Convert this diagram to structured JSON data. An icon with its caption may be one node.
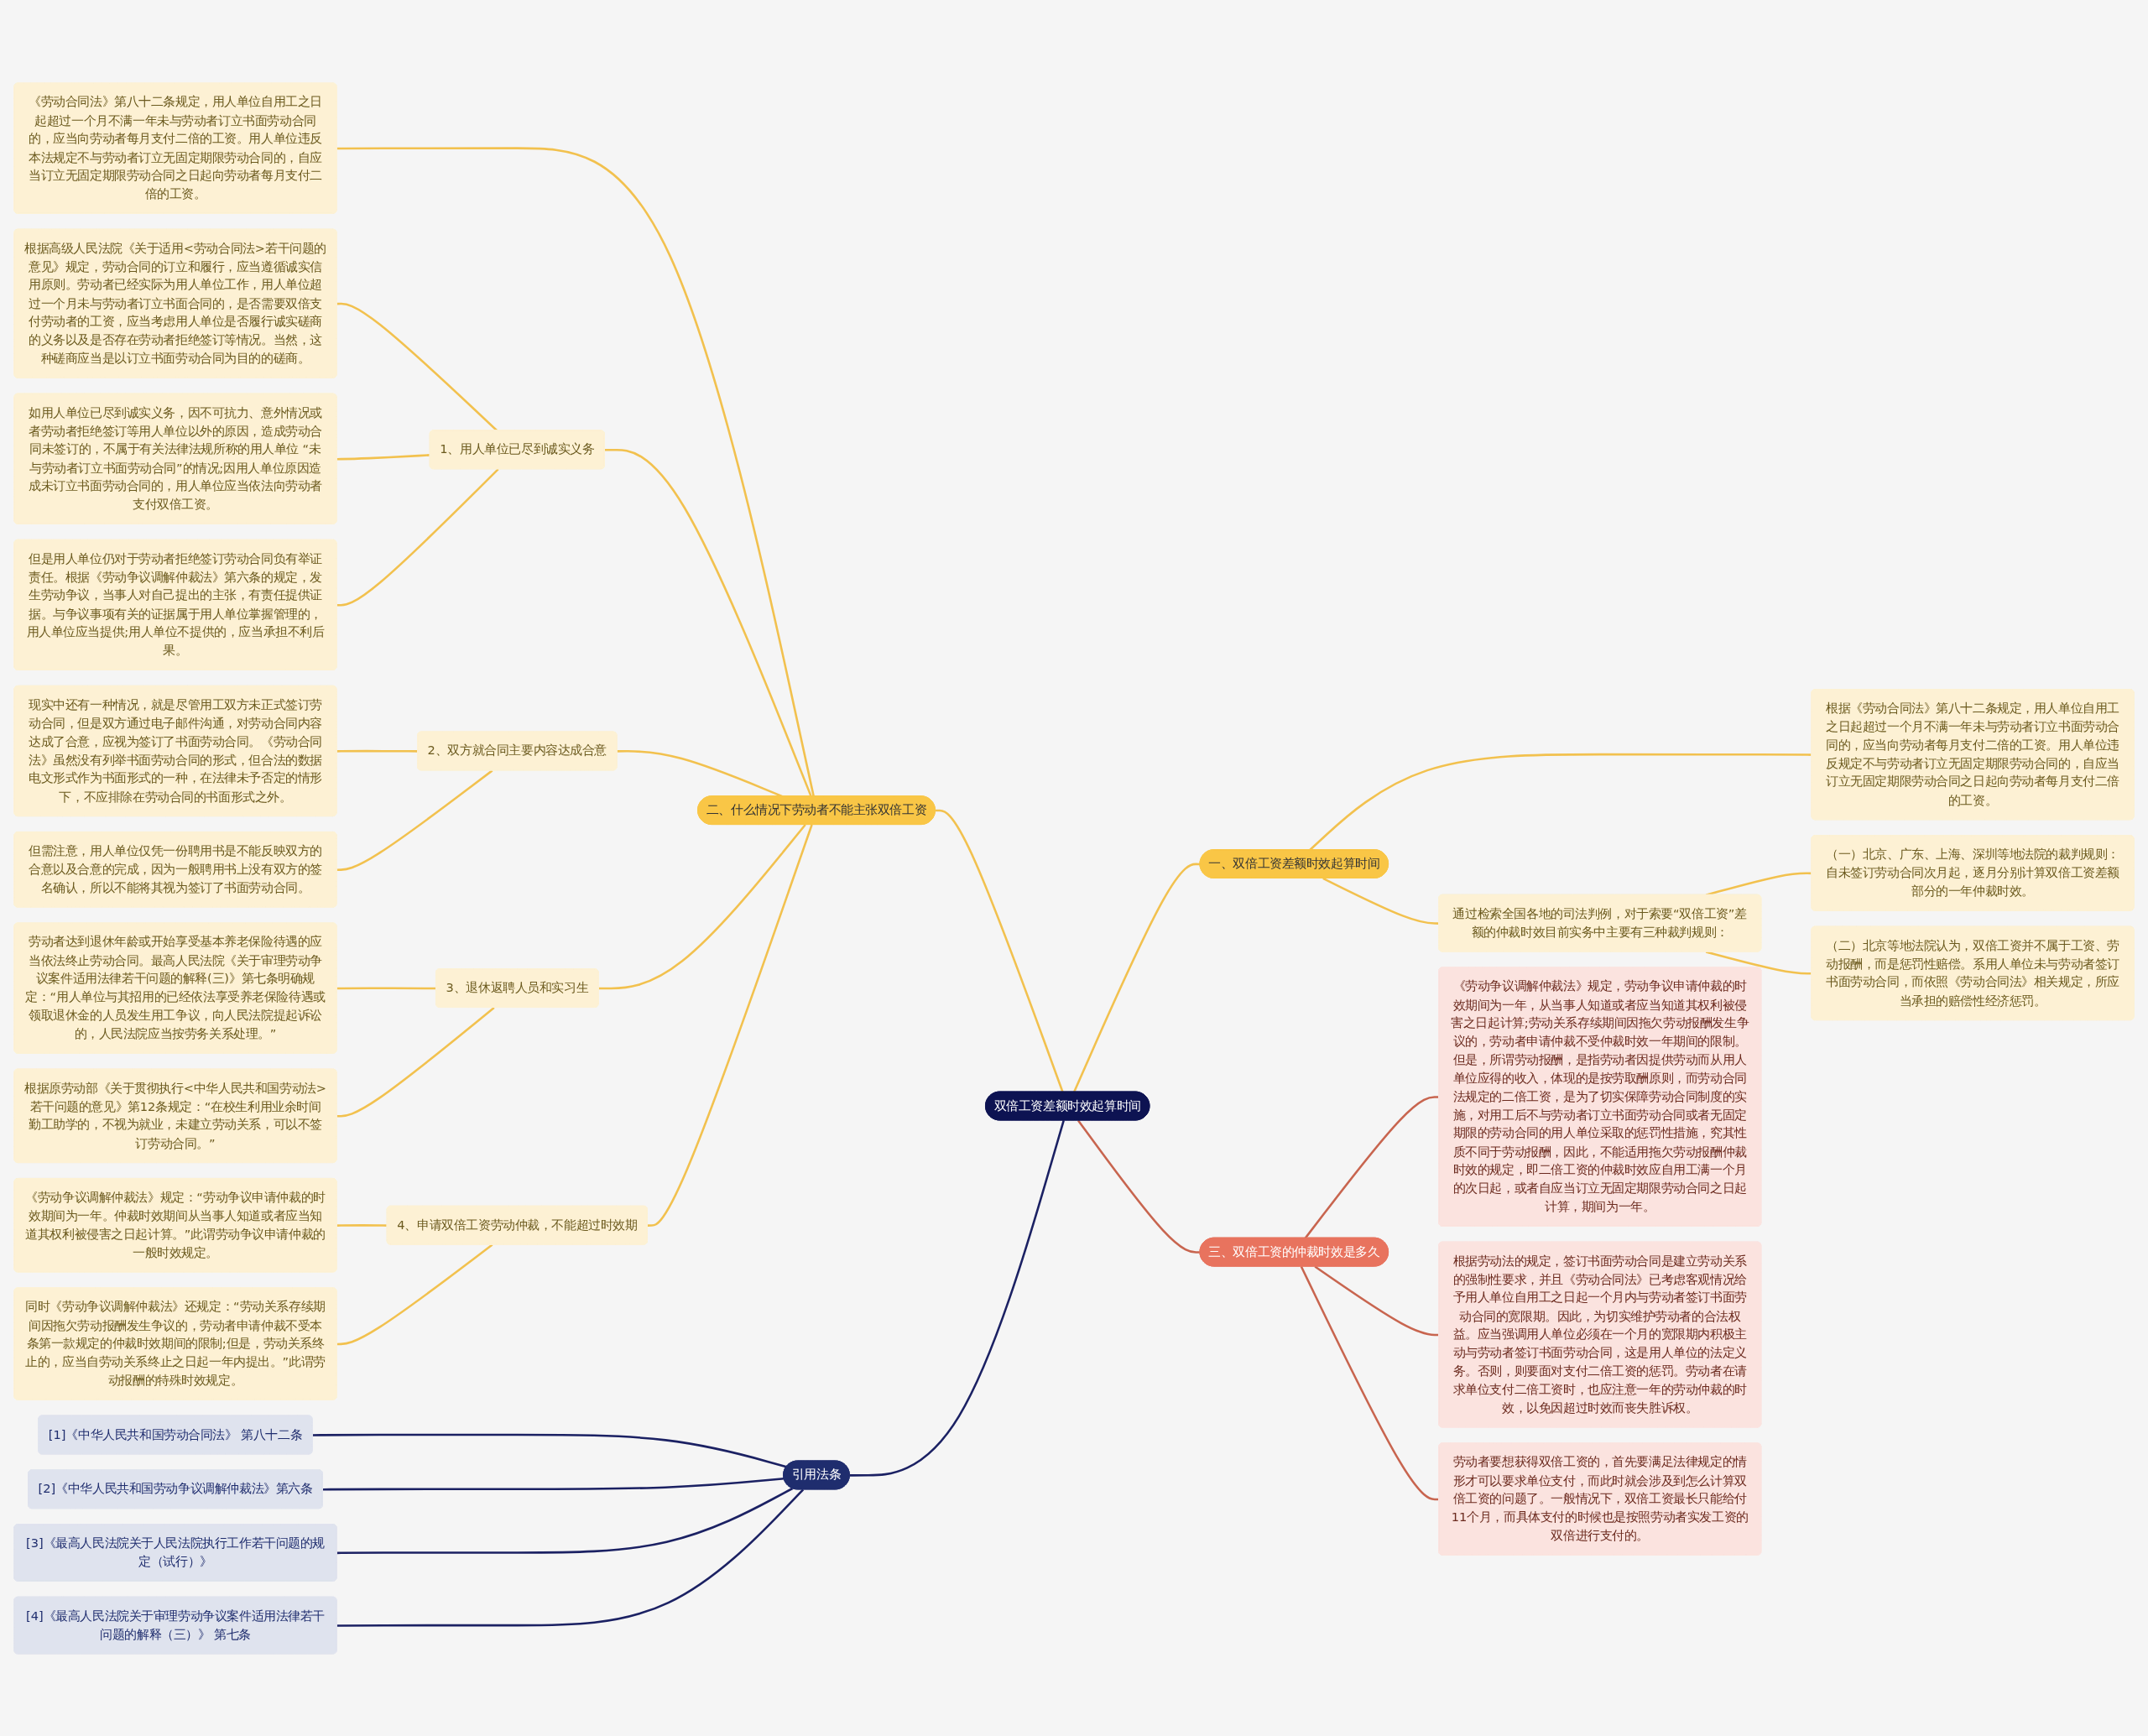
{
  "diagram": {
    "nodes": [
      {
        "text": [
          "双倍工资差额时效起算时间"
        ]
      },
      {
        "text": [
          "二、什么情况下劳动者不能主张双倍工资"
        ]
      },
      {
        "text": [
          "《劳动合同法》第八十二条规定，用人单位自用工之日起超过一个月不满一年未与劳动者订立书面劳动合同的，应当向劳动者每月支付二倍的工资。用人单位违反本法规定不与劳动者订立无固定期限劳动合同的，自应当订立无固定期限劳动合同之日起向劳动者每月支付二倍的工资。"
        ]
      },
      {
        "text": [
          "1、用人单位已尽到诚实义务"
        ]
      },
      {
        "text": [
          "根据高级人民法院《关于适用<劳动合同法>若干问题的意见》规定，劳动合同的订立和履行，应当遵循诚实信用原则。劳动者已经实际为用人单位工作，用人单位超过一个月未与劳动者订立书面合同的，是否需要双倍支付劳动者的工资，应当考虑用人单位是否履行诚实磋商的义务以及是否存在劳动者拒绝签订等情况。当然，这种磋商应当是以订立书面劳动合同为目的的磋商。"
        ]
      },
      {
        "text": [
          "如用人单位已尽到诚实义务，因不可抗力、意外情况或者劳动者拒绝签订等用人单位以外的原因，造成劳动合同未签订的，不属于有关法律法规所称的用人单位 “未与劳动者订立书面劳动合同”的情况;因用人单位原因造成未订立书面劳动合同的，用人单位应当依法向劳动者支付双倍工资。"
        ]
      },
      {
        "text": [
          "但是用人单位仍对于劳动者拒绝签订劳动合同负有举证责任。根据《劳动争议调解仲裁法》第六条的规定，发生劳动争议，当事人对自己提出的主张，有责任提供证据。与争议事项有关的证据属于用人单位掌握管理的，用人单位应当提供;用人单位不提供的，应当承担不利后果。"
        ]
      },
      {
        "text": [
          "2、双方就合同主要内容达成合意"
        ]
      },
      {
        "text": [
          "现实中还有一种情况，就是尽管用工双方未正式签订劳动合同，但是双方通过电子邮件沟通，对劳动合同内容达成了合意，应视为签订了书面劳动合同。《劳动合同法》虽然没有列举书面劳动合同的形式，但合法的数据电文形式作为书面形式的一种，在法律未予否定的情形下，不应排除在劳动合同的书面形式之外。"
        ]
      },
      {
        "text": [
          "但需注意，用人单位仅凭一份聘用书是不能反映双方的合意以及合意的完成，因为一般聘用书上没有双方的签名确认，所以不能将其视为签订了书面劳动合同。"
        ]
      },
      {
        "text": [
          "3、退休返聘人员和实习生"
        ]
      },
      {
        "text": [
          "劳动者达到退休年龄或开始享受基本养老保险待遇的应当依法终止劳动合同。最高人民法院《关于审理劳动争议案件适用法律若干问题的解释(三)》第七条明确规定：“用人单位与其招用的已经依法享受养老保险待遇或领取退休金的人员发生用工争议，向人民法院提起诉讼的，人民法院应当按劳务关系处理。”"
        ]
      },
      {
        "text": [
          "根据原劳动部《关于贯彻执行<中华人民共和国劳动法>若干问题的意见》第12条规定：“在校生利用业余时间勤工助学的，不视为就业，未建立劳动关系，可以不签订劳动合同。”"
        ]
      },
      {
        "text": [
          "4、申请双倍工资劳动仲裁，不能超过时效期"
        ]
      },
      {
        "text": [
          "《劳动争议调解仲裁法》规定：“劳动争议申请仲裁的时效期间为一年。仲裁时效期间从当事人知道或者应当知道其权利被侵害之日起计算。”此谓劳动争议申请仲裁的一般时效规定。"
        ]
      },
      {
        "text": [
          "同时《劳动争议调解仲裁法》还规定：“劳动关系存续期间因拖欠劳动报酬发生争议的，劳动者申请仲裁不受本条第一款规定的仲裁时效期间的限制;但是，劳动关系终止的，应当自劳动关系终止之日起一年内提出。”此谓劳动报酬的特殊时效规定。"
        ]
      },
      {
        "text": [
          "一、双倍工资差额时效起算时间"
        ]
      },
      {
        "text": [
          "根据《劳动合同法》第八十二条规定，用人单位自用工之日起超过一个月不满一年未与劳动者订立书面劳动合同的，应当向劳动者每月支付二倍的工资。用人单位违反规定不与劳动者订立无固定期限劳动合同的，自应当订立无固定期限劳动合同之日起向劳动者每月支付二倍的工资。"
        ]
      },
      {
        "text": [
          "通过检索全国各地的司法判例，对于索要“双倍工资”差额的仲裁时效目前实务中主要有三种裁判规则："
        ]
      },
      {
        "text": [
          "（一）北京、广东、上海、深圳等地法院的裁判规则：自未签订劳动合同次月起，逐月分别计算双倍工资差额部分的一年仲裁时效。"
        ]
      },
      {
        "text": [
          "（二）北京等地法院认为，双倍工资并不属于工资、劳动报酬，而是惩罚性赔偿。系用人单位未与劳动者签订书面劳动合同，而依照《劳动合同法》相关规定，所应当承担的赔偿性经济惩罚。"
        ]
      },
      {
        "text": [
          "三、双倍工资的仲裁时效是多久"
        ]
      },
      {
        "text": [
          "《劳动争议调解仲裁法》规定，劳动争议申请仲裁的时效期间为一年，从当事人知道或者应当知道其权利被侵害之日起计算;劳动关系存续期间因拖欠劳动报酬发生争议的，劳动者申请仲裁不受仲裁时效一年期间的限制。但是，所谓劳动报酬，是指劳动者因提供劳动而从用人单位应得的收入，体现的是按劳取酬原则，而劳动合同法规定的二倍工资，是为了切实保障劳动合同制度的实施，对用工后不与劳动者订立书面劳动合同或者无固定期限的劳动合同的用人单位采取的惩罚性措施，究其性质不同于劳动报酬，因此，不能适用拖欠劳动报酬仲裁时效的规定，即二倍工资的仲裁时效应自用工满一个月的次日起，或者自应当订立无固定期限劳动合同之日起计算，期间为一年。"
        ]
      },
      {
        "text": [
          "根据劳动法的规定，签订书面劳动合同是建立劳动关系的强制性要求，并且《劳动合同法》已考虑客观情况给予用人单位自用工之日起一个月内与劳动者签订书面劳动合同的宽限期。因此，为切实维护劳动者的合法权益。应当强调用人单位必须在一个月的宽限期内积极主动与劳动者签订书面劳动合同，这是用人单位的法定义务。否则，则要面对支付二倍工资的惩罚。劳动者在请求单位支付二倍工资时，也应注意一年的劳动仲裁的时效，以免因超过时效而丧失胜诉权。"
        ]
      },
      {
        "text": [
          "劳动者要想获得双倍工资的，首先要满足法律规定的情形才可以要求单位支付，而此时就会涉及到怎么计算双倍工资的问题了。一般情况下，双倍工资最长只能给付11个月，而具体支付的时候也是按照劳动者实发工资的双倍进行支付的。"
        ]
      },
      {
        "text": [
          "引用法条"
        ]
      },
      {
        "text": [
          "[1]《中华人民共和国劳动合同法》 第八十二条"
        ]
      },
      {
        "text": [
          "[2]《中华人民共和国劳动争议调解仲裁法》第六条"
        ]
      },
      {
        "text": [
          "[3]《最高人民法院关于人民法院执行工作若干问题的规定（试行）》"
        ]
      },
      {
        "text": [
          "[4]《最高人民法院关于审理劳动争议案件适用法律若干问题的解释（三）》 第七条"
        ]
      }
    ],
    "edges": [
      {
        "from": 0,
        "to": 1,
        "arrow": "none"
      },
      {
        "from": 1,
        "to": 2,
        "arrow": "none"
      },
      {
        "from": 1,
        "to": 3,
        "arrow": "none"
      },
      {
        "from": 3,
        "to": 4,
        "arrow": "none"
      },
      {
        "from": 3,
        "to": 5,
        "arrow": "none"
      },
      {
        "from": 3,
        "to": 6,
        "arrow": "none"
      },
      {
        "from": 1,
        "to": 7,
        "arrow": "none"
      },
      {
        "from": 7,
        "to": 8,
        "arrow": "none"
      },
      {
        "from": 7,
        "to": 9,
        "arrow": "none"
      },
      {
        "from": 1,
        "to": 10,
        "arrow": "none"
      },
      {
        "from": 10,
        "to": 11,
        "arrow": "none"
      },
      {
        "from": 10,
        "to": 12,
        "arrow": "none"
      },
      {
        "from": 1,
        "to": 13,
        "arrow": "none"
      },
      {
        "from": 13,
        "to": 14,
        "arrow": "none"
      },
      {
        "from": 13,
        "to": 15,
        "arrow": "none"
      },
      {
        "from": 0,
        "to": 16,
        "arrow": "none"
      },
      {
        "from": 16,
        "to": 17,
        "arrow": "none"
      },
      {
        "from": 16,
        "to": 18,
        "arrow": "none"
      },
      {
        "from": 18,
        "to": 19,
        "arrow": "none"
      },
      {
        "from": 18,
        "to": 20,
        "arrow": "none"
      },
      {
        "from": 0,
        "to": 21,
        "arrow": "none",
        "color": "#c8654f"
      },
      {
        "from": 21,
        "to": 22,
        "arrow": "none",
        "color": "#c8654f"
      },
      {
        "from": 21,
        "to": 23,
        "arrow": "none",
        "color": "#c8654f"
      },
      {
        "from": 21,
        "to": 24,
        "arrow": "none",
        "color": "#c8654f"
      },
      {
        "from": 0,
        "to": 25,
        "arrow": "none",
        "color": "#1b2163"
      },
      {
        "from": 25,
        "to": 26,
        "arrow": "none",
        "color": "#1b2163"
      },
      {
        "from": 25,
        "to": 27,
        "arrow": "none",
        "color": "#1b2163"
      },
      {
        "from": 25,
        "to": 28,
        "arrow": "none",
        "color": "#1b2163"
      },
      {
        "from": 25,
        "to": 29,
        "arrow": "none",
        "color": "#1b2163"
      }
    ]
  }
}
